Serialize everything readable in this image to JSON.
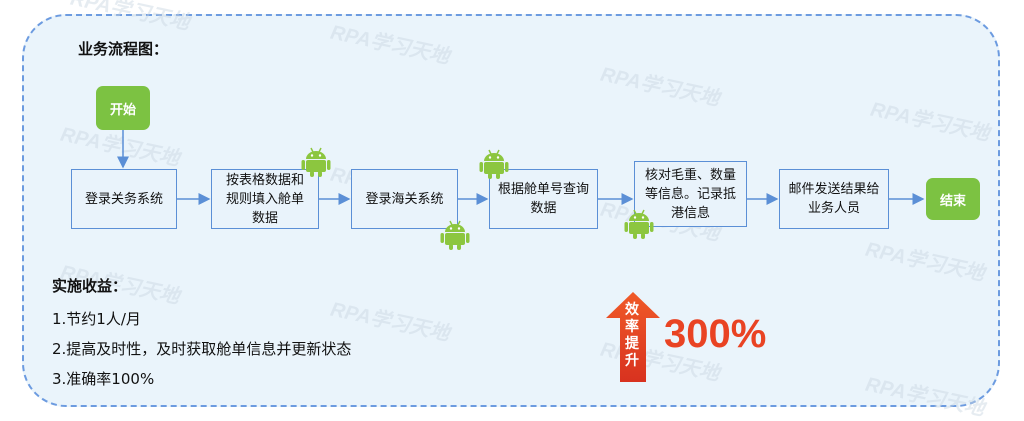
{
  "diagram": {
    "title": "业务流程图：",
    "start": "开始",
    "end": "结束",
    "steps": [
      "登录关务系统",
      "按表格数据和规则填入舱单数据",
      "登录海关系统",
      "根据舱单号查询数据",
      "核对毛重、数量等信息。记录抵港信息",
      "邮件发送结果给业务人员"
    ]
  },
  "benefits": {
    "title": "实施收益：",
    "items": [
      "1.节约1人/月",
      "2.提高及时性，及时获取舱单信息并更新状态",
      "3.准确率100%"
    ]
  },
  "efficiency": {
    "label": "效率提升",
    "value": "300%",
    "color": "#e94323"
  },
  "colors": {
    "box_border": "#5b8fd6",
    "terminal_fill": "#7cc242",
    "robot": "#8cc63f"
  },
  "watermark": "RPA学习天地"
}
